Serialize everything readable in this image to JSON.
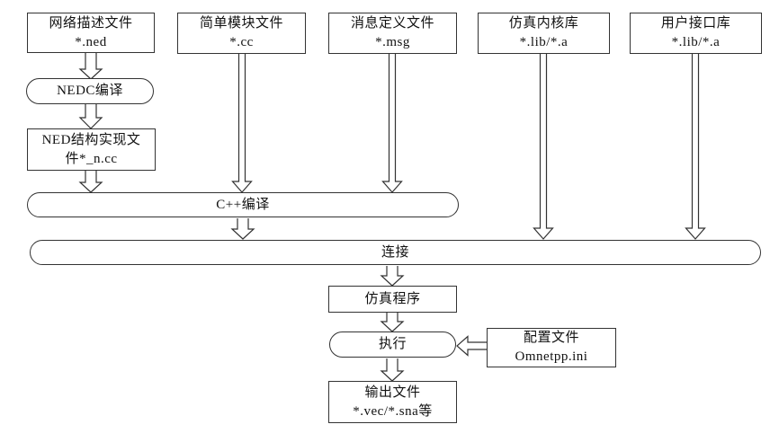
{
  "diagram": {
    "kind": "flowchart",
    "language": "zh-CN",
    "colors": {
      "background": "#ffffff",
      "line": "#333333",
      "text": "#111111",
      "node_fill": "#ffffff"
    },
    "nodes": {
      "ned": {
        "line1": "网络描述文件",
        "line2": "*.ned"
      },
      "cc": {
        "line1": "简单模块文件",
        "line2": "*.cc"
      },
      "msg": {
        "line1": "消息定义文件",
        "line2": "*.msg"
      },
      "kernel": {
        "line1": "仿真内核库",
        "line2": "*.lib/*.a"
      },
      "ui": {
        "line1": "用户接口库",
        "line2": "*.lib/*.a"
      },
      "nedc": {
        "label": "NEDC编译"
      },
      "nedcc": {
        "line1": "NED结构实现文",
        "line2": "件*_n.cc"
      },
      "cpp": {
        "label": "C++编译"
      },
      "link": {
        "label": "连接"
      },
      "sim": {
        "label": "仿真程序"
      },
      "exec": {
        "label": "执行"
      },
      "config": {
        "line1": "配置文件",
        "line2": "Omnetpp.ini"
      },
      "output": {
        "line1": "输出文件",
        "line2": "*.vec/*.sna等"
      }
    },
    "edges": [
      {
        "from": "ned",
        "to": "nedc"
      },
      {
        "from": "nedc",
        "to": "nedcc"
      },
      {
        "from": "nedcc",
        "to": "cpp"
      },
      {
        "from": "cc",
        "to": "cpp"
      },
      {
        "from": "msg",
        "to": "cpp"
      },
      {
        "from": "cpp",
        "to": "link"
      },
      {
        "from": "kernel",
        "to": "link"
      },
      {
        "from": "ui",
        "to": "link"
      },
      {
        "from": "link",
        "to": "sim"
      },
      {
        "from": "sim",
        "to": "exec"
      },
      {
        "from": "exec",
        "to": "output"
      },
      {
        "from": "config",
        "to": "exec"
      }
    ]
  }
}
